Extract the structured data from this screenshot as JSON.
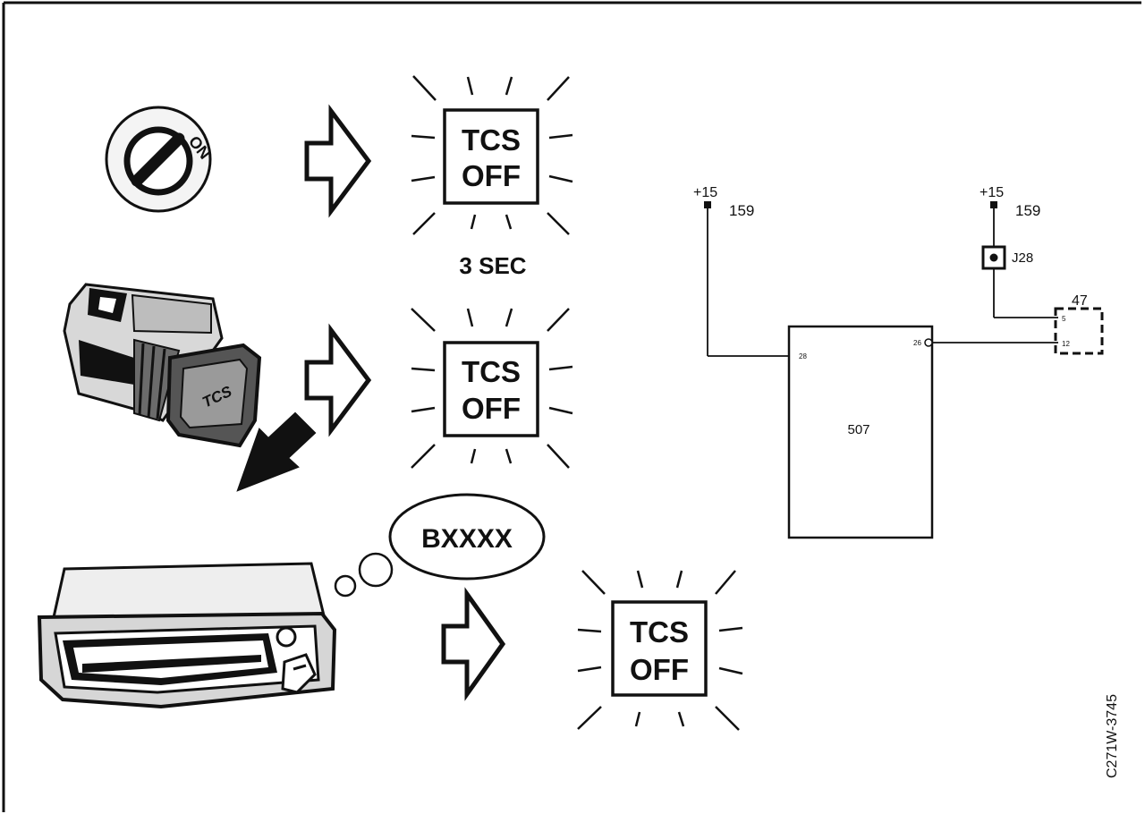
{
  "steps": [
    {
      "lamp_line1": "TCS",
      "lamp_line2": "OFF",
      "caption": "3 SEC"
    },
    {
      "lamp_line1": "TCS",
      "lamp_line2": "OFF"
    },
    {
      "lamp_line1": "TCS",
      "lamp_line2": "OFF"
    }
  ],
  "ignition_label": "ON",
  "switch_label": "TCS",
  "thought_bubble_code": "BXXXX",
  "wiring": {
    "left_supply_voltage": "+15",
    "left_supply_circuit": "159",
    "right_supply_voltage": "+15",
    "right_supply_circuit": "159",
    "junction_label": "J28",
    "module_label": "507",
    "module_pin_left": "28",
    "module_pin_right": "26",
    "connector_label": "47",
    "connector_pin_top": "5",
    "connector_pin_bottom": "12"
  },
  "figure_code": "C271W-3745"
}
